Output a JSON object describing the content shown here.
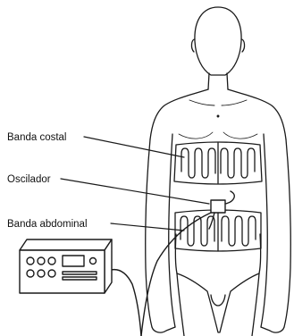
{
  "labels": {
    "costal_band": "Banda costal",
    "oscillator": "Oscilador",
    "abdominal_band": "Banda abdominal"
  },
  "colors": {
    "ink": "#1a1a1a",
    "paper": "#ffffff"
  },
  "icons": {
    "control_unit": "control-unit-icon",
    "human_figure": "human-torso-illustration"
  }
}
